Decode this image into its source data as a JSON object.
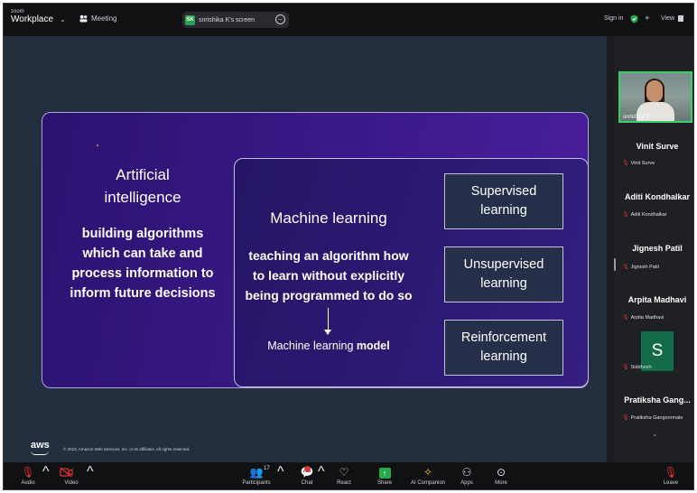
{
  "topbar": {
    "brand_line1": "zoom",
    "brand_line2": "Workplace",
    "meeting_label": "Meeting",
    "share_pill": {
      "initials": "SK",
      "text": "snrishika K's screen"
    },
    "sign_in": "Sign in",
    "view_label": "View"
  },
  "slide": {
    "ai_title_line1": "Artificial",
    "ai_title_line2": "intelligence",
    "ai_desc": [
      "building algorithms",
      "which can take and",
      "process information to",
      "inform future decisions"
    ],
    "ml_title": "Machine learning",
    "ml_desc": [
      "teaching an algorithm how",
      "to learn without explicitly",
      "being programmed to do so"
    ],
    "ml_model_prefix": "Machine learning ",
    "ml_model_bold": "model",
    "boxes": [
      {
        "line1": "Supervised",
        "line2": "learning"
      },
      {
        "line1": "Unsupervised",
        "line2": "learning"
      },
      {
        "line1": "Reinforcement",
        "line2": "learning"
      }
    ],
    "aws_logo": "aws",
    "copyright": "© 2023, Amazon Web Services, Inc. or its affiliates. All rights reserved."
  },
  "participants": {
    "self_label": "snrishika K",
    "list": [
      {
        "name": "Vinit Surve",
        "tag": "Vinit Surve"
      },
      {
        "name": "Aditi Kondhalkar",
        "tag": "Aditi Kondhalkar"
      },
      {
        "name": "Jignesh Patil",
        "tag": "Jignesh Patil"
      },
      {
        "name": "Arpita Madhavi",
        "tag": "Arpita Madhavi"
      },
      {
        "name": "Pratiksha Gang...",
        "tag": "Pratiksha Gangoormale"
      }
    ],
    "avatar_initial": "S",
    "avatar_tag": "Siddhesh"
  },
  "toolbar": {
    "audio": "Audio",
    "video": "Video",
    "participants": "Participants",
    "participant_count": "17",
    "chat": "Chat",
    "react": "React",
    "share": "Share",
    "ai_companion": "AI Companion",
    "apps": "Apps",
    "more": "More",
    "leave": "Leave"
  },
  "colors": {
    "accent_green": "#27a84a",
    "muted_red": "#e0322e",
    "slide_purple": "#3a1a8a",
    "stage_bg": "#232f3e"
  },
  "icons": {
    "audio": "mic-muted-icon",
    "video": "camera-off-icon",
    "participants": "people-icon",
    "chat": "chat-bubble-icon",
    "react": "heart-icon",
    "share": "share-arrow-icon",
    "ai_companion": "sparkle-icon",
    "apps": "apps-icon",
    "more": "more-dots-icon",
    "leave": "leave-icon"
  }
}
